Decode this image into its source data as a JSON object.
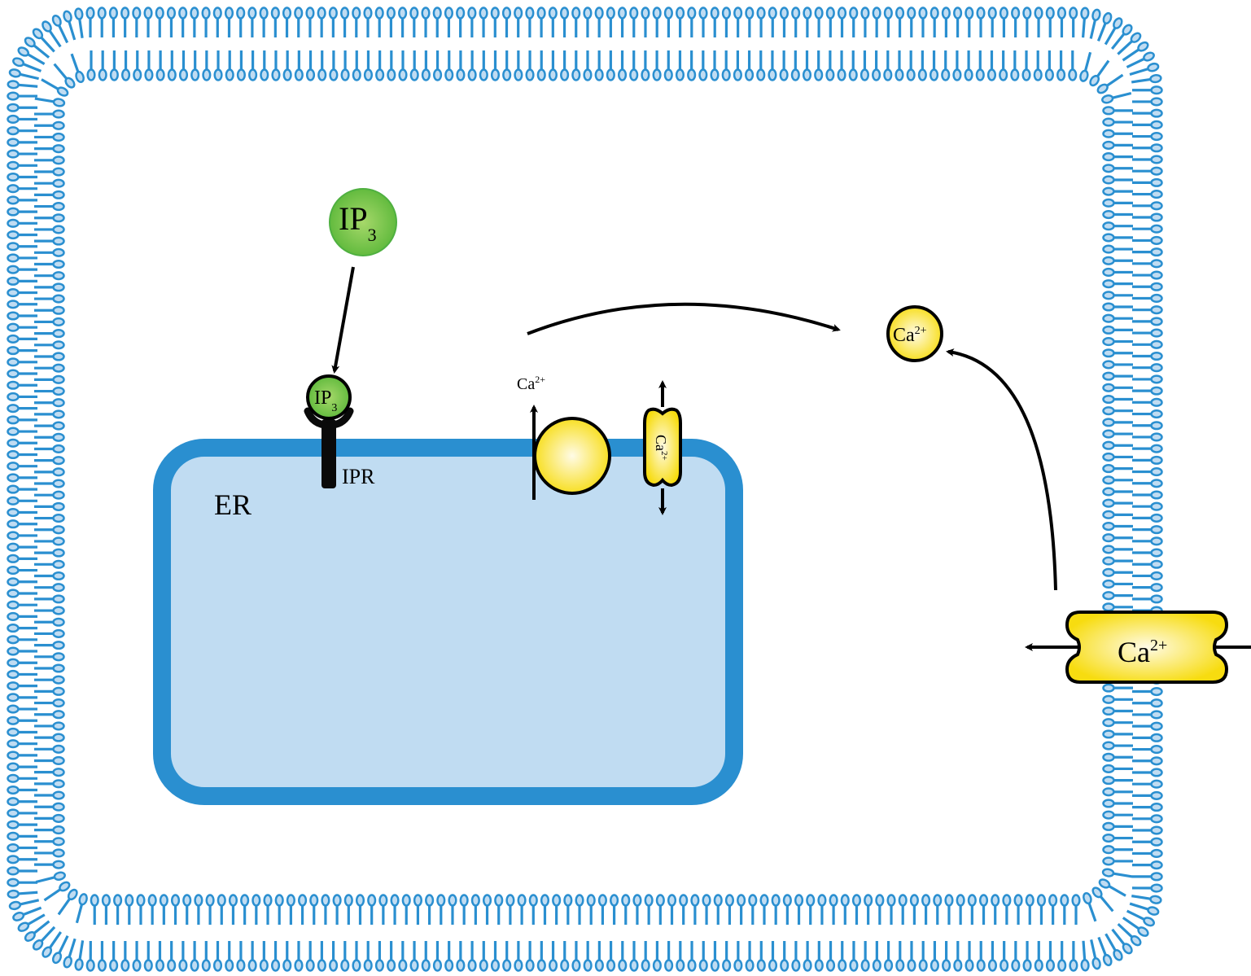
{
  "colors": {
    "membrane": "#2a8fd0",
    "head_fill": "#c0dcf2",
    "er_fill": "#c0dcf2",
    "calcium": "#f5dc20",
    "ip3": "#6cbf3c"
  },
  "ip3": {
    "main": "IP",
    "sub": "3"
  },
  "receptor": {
    "label": "IPR",
    "ligand_main": "IP",
    "ligand_sub": "3"
  },
  "er": {
    "label": "ER"
  },
  "pump": {
    "ion": "Ca",
    "charge": "2+"
  },
  "er_channel": {
    "ion": "Ca",
    "charge": "2+"
  },
  "cytosol_ion": {
    "ion": "Ca",
    "charge": "2+"
  },
  "pm_channel": {
    "ion": "Ca",
    "charge": "2+"
  }
}
